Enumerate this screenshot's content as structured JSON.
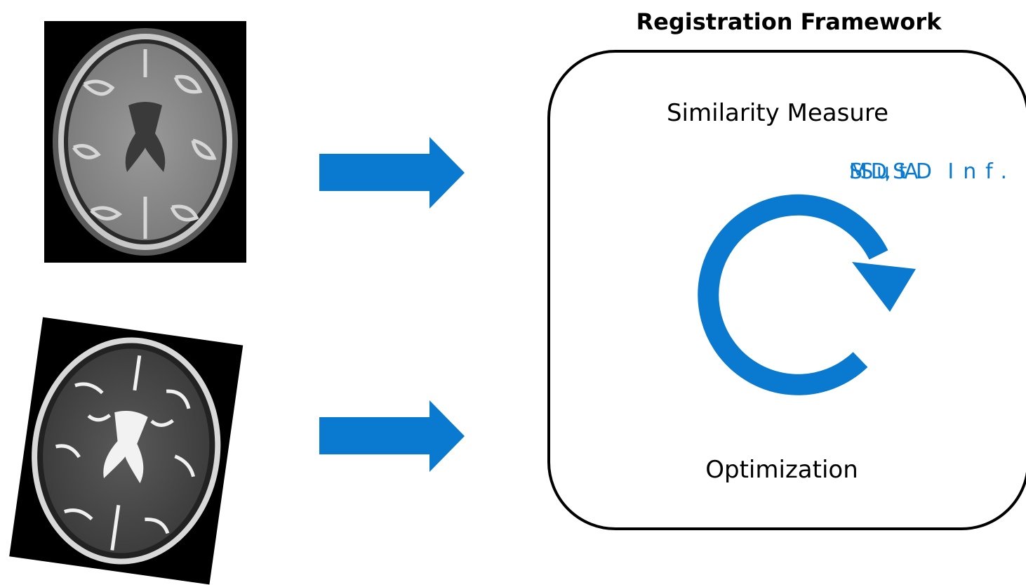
{
  "diagram": {
    "title": "Registration Framework",
    "framework": {
      "similarity_label": "Similarity Measure",
      "optimization_label": "Optimization",
      "overlay_labels": [
        "SSD, SAD",
        "Mut. Inf."
      ]
    },
    "images": [
      {
        "kind": "brain-mri-t1",
        "tilt_degrees": 0
      },
      {
        "kind": "brain-mri-t2",
        "tilt_degrees": 8
      }
    ],
    "colors": {
      "accent": "#0a7ad1",
      "frame": "#000000",
      "background": "#ffffff"
    }
  }
}
